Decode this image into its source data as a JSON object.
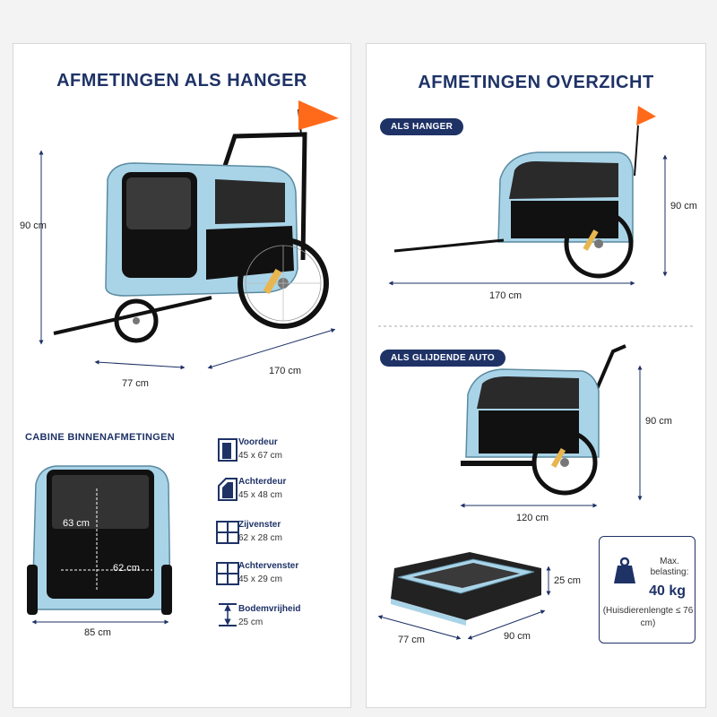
{
  "left": {
    "title": "AFMETINGEN ALS HANGER",
    "dims": {
      "height": "90 cm",
      "width": "77 cm",
      "length": "170 cm"
    },
    "cabin": {
      "heading": "CABINE BINNENAFMETINGEN",
      "height": "63 cm",
      "depth": "62 cm",
      "width": "85 cm"
    },
    "specs": [
      {
        "label": "Voordeur",
        "value": "45 x 67 cm",
        "icon": "front-door-icon"
      },
      {
        "label": "Achterdeur",
        "value": "45 x 48 cm",
        "icon": "rear-door-icon"
      },
      {
        "label": "Zijvenster",
        "value": "62 x 28 cm",
        "icon": "side-window-icon"
      },
      {
        "label": "Achtervenster",
        "value": "45 x 29 cm",
        "icon": "rear-window-icon"
      },
      {
        "label": "Bodemvrijheid",
        "value": "25 cm",
        "icon": "ground-clearance-icon"
      }
    ]
  },
  "right": {
    "title": "AFMETINGEN OVERZICHT",
    "trailer": {
      "badge": "ALS HANGER",
      "height": "90 cm",
      "length": "170 cm"
    },
    "jogger": {
      "badge": "ALS GLIJDENDE AUTO",
      "height": "90 cm",
      "length": "120 cm"
    },
    "folded": {
      "height": "25 cm",
      "depth": "77 cm",
      "length": "90 cm"
    },
    "load": {
      "label": "Max. belasting:",
      "value": "40 kg",
      "note": "(Huisdierenlengte ≤ 76 cm)"
    }
  },
  "colors": {
    "navy": "#1e3266",
    "light_blue": "#a9d4e8",
    "flag_orange": "#ff6a1a"
  }
}
